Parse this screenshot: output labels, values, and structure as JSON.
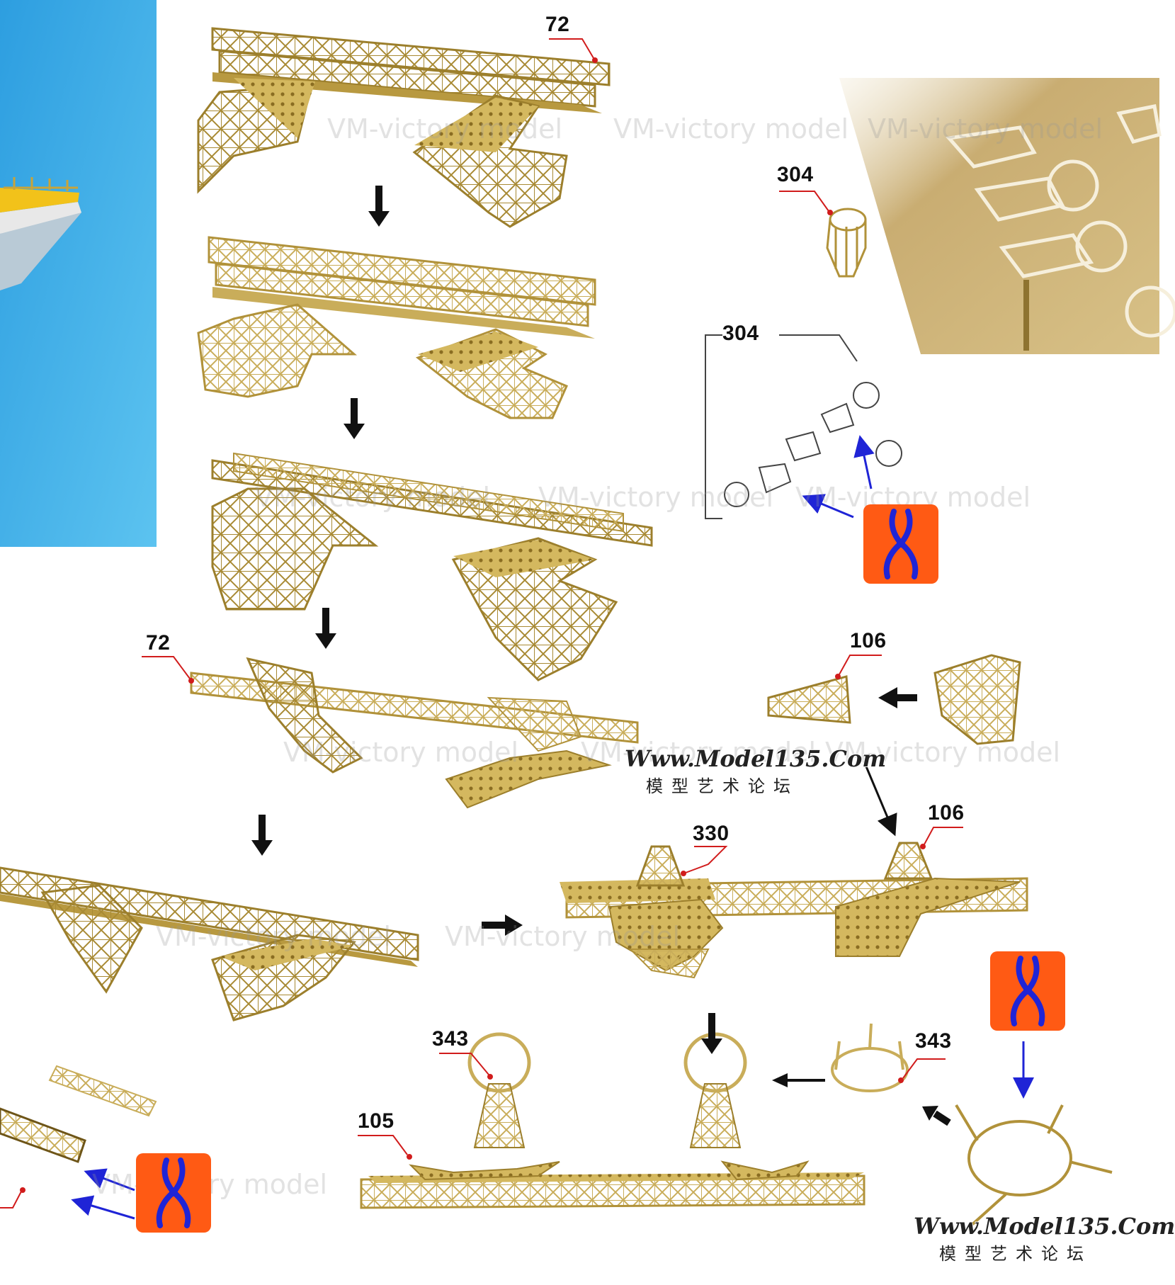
{
  "colors": {
    "brass": "#d4b85f",
    "brass_dark": "#9c7f2c",
    "brass_light": "#ecdca0",
    "arrow_black": "#111111",
    "arrow_blue": "#1f24d6",
    "leader_red": "#d11c1c",
    "tool_badge": "#ff5a14",
    "sky_blue": "#3aa9e6"
  },
  "part_labels": {
    "p72_top": "72",
    "p72_mid": "72",
    "p304_photo": "304",
    "p304_diagram": "304",
    "p106_top": "106",
    "p106_assembly": "106",
    "p330": "330",
    "p343_left": "343",
    "p343_right": "343",
    "p105": "105"
  },
  "watermarks": {
    "w1": "VM-victory model",
    "w2": "VM-victory model",
    "w3": "VM-victory model",
    "w4": "VM-victory model",
    "w5": "VM-victory model",
    "w6": "VM-victory model",
    "w7": "VM-victory model",
    "w8": "VM-victory model",
    "w9": "VM-victory model",
    "w10": "VM-victory model",
    "w11": "VM-victory model",
    "w12": "VM-victory model"
  },
  "site_mark": {
    "url_mid": "Www.Model135.Com",
    "cn_mid": "模型艺术论坛",
    "url_bottom": "Www.Model135.Com",
    "cn_bottom": "模型艺术论坛"
  },
  "icons": {
    "tool": "pliers-icon",
    "arrow_step": "down-arrow-icon",
    "arrow_right": "right-arrow-icon",
    "arrow_left": "left-arrow-icon"
  }
}
